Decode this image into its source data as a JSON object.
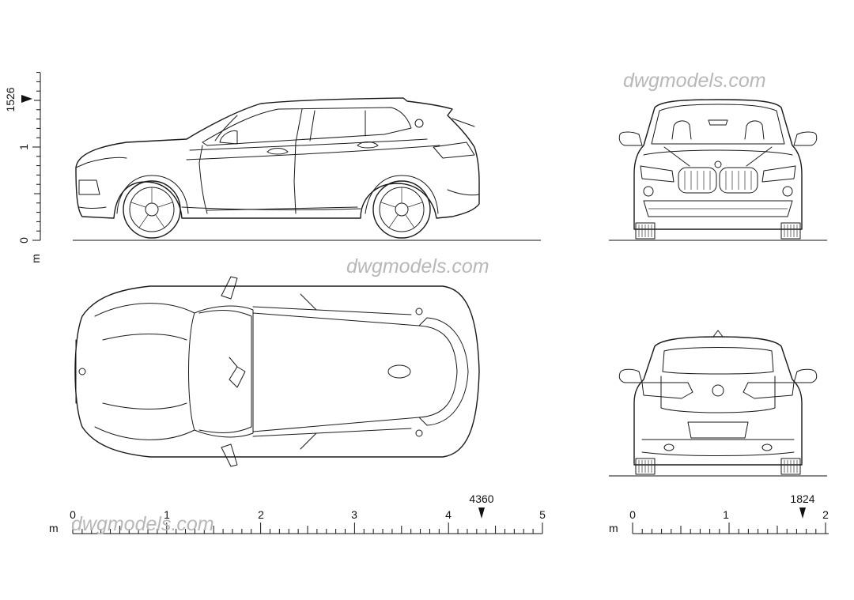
{
  "watermark": "dwgmodels.com",
  "vertical_scale": {
    "unit": "m",
    "labels": [
      "0",
      "1"
    ],
    "marker_label": "1526"
  },
  "length_scale": {
    "unit": "m",
    "labels": [
      "0",
      "1",
      "2",
      "3",
      "4",
      "5"
    ],
    "marker_label": "4360"
  },
  "width_scale": {
    "unit": "m",
    "labels": [
      "0",
      "1",
      "2"
    ],
    "marker_label": "1824"
  },
  "views": [
    "side-view",
    "top-view",
    "front-view",
    "rear-view"
  ]
}
